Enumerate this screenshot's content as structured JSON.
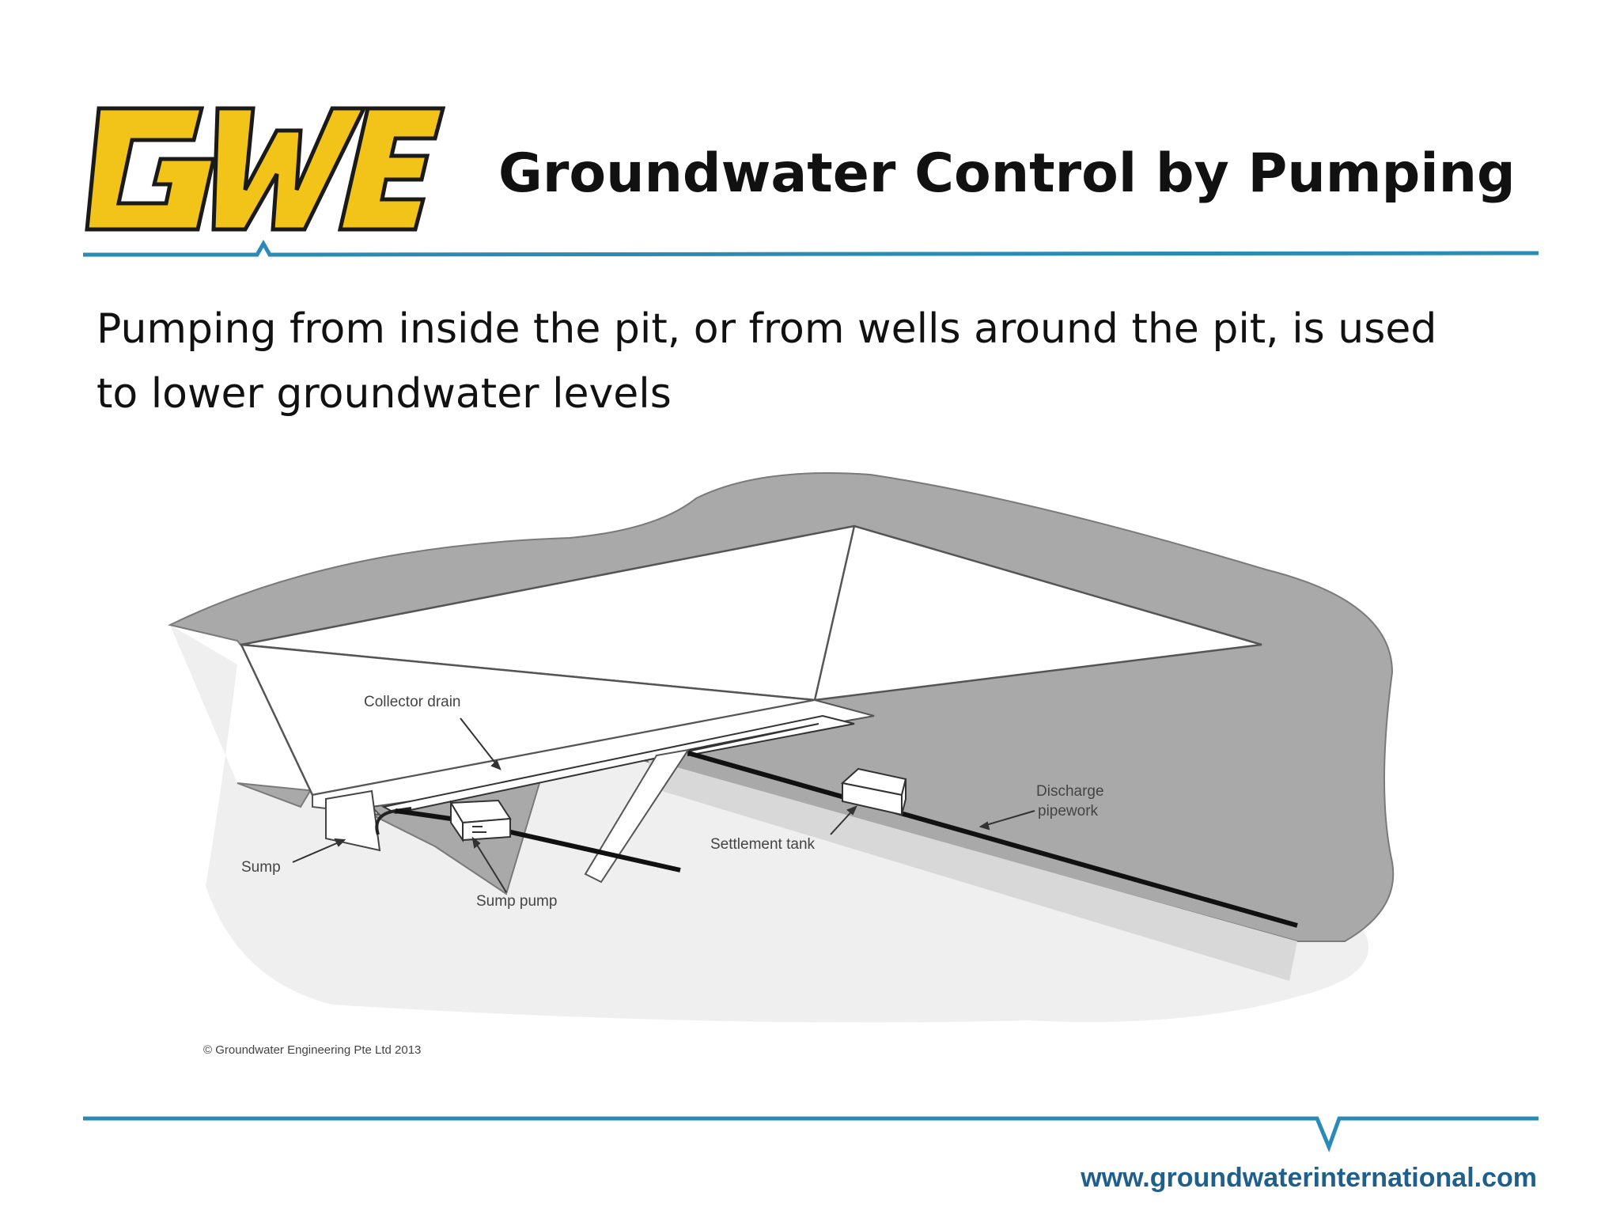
{
  "header": {
    "logo_text": "GWE",
    "title": "Groundwater Control by Pumping"
  },
  "body": {
    "text": "Pumping from inside the pit, or from wells around the pit, is used to lower groundwater levels"
  },
  "diagram": {
    "labels": {
      "collector_drain": "Collector drain",
      "sump": "Sump",
      "sump_pump": "Sump pump",
      "settlement_tank": "Settlement tank",
      "discharge_line1": "Discharge",
      "discharge_line2": "pipework"
    },
    "copyright": "© Groundwater Engineering Pte Ltd 2013"
  },
  "footer": {
    "url": "www.groundwaterinternational.com"
  },
  "colors": {
    "logo_yellow": "#f2c318",
    "rule_blue": "#2a8bb5",
    "url_blue": "#1f5f8b",
    "ground_dark": "#a9a9a9",
    "ground_light": "#efefef"
  }
}
